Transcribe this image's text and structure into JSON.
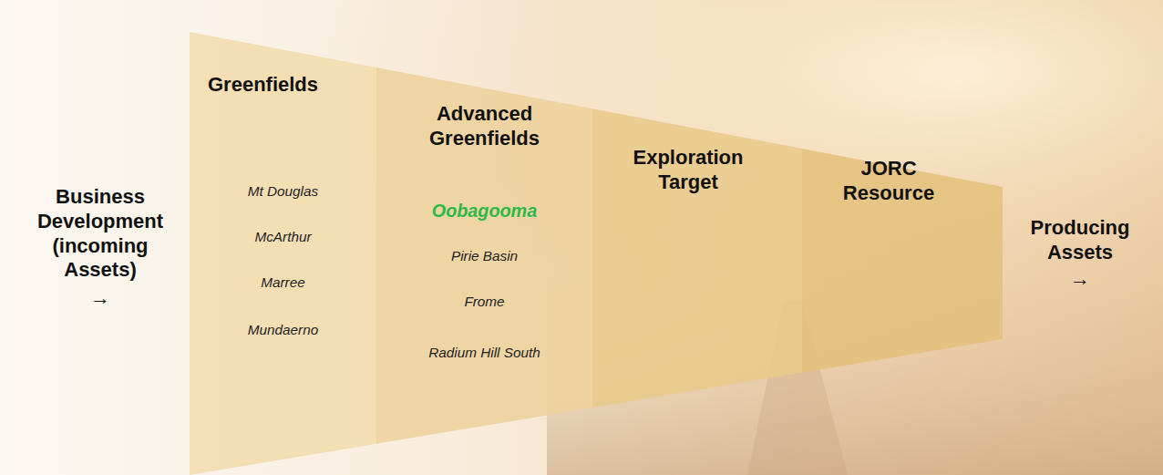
{
  "diagram": {
    "nodes": [
      {
        "text": [
          "Greenfields",
          "Mt Douglas",
          "McArthur",
          "Marree",
          "Mundaerno"
        ]
      },
      {
        "text": [
          "Advanced Greenfields",
          "Oobagooma",
          "Pirie Basin",
          "Frome",
          "Radium Hill South"
        ]
      },
      {
        "text": [
          "Exploration Target"
        ]
      },
      {
        "text": [
          "JORC Resource"
        ]
      }
    ],
    "labels": [
      "Business Development (incoming Assets)",
      "→",
      "Producing Assets",
      "→"
    ]
  }
}
